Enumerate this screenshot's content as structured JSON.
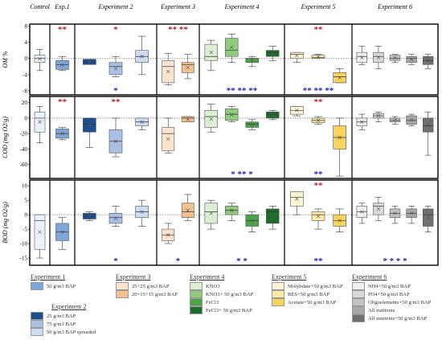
{
  "column_headers": [
    "Control",
    "Exp.1",
    "Experiment 2",
    "Experiment 3",
    "Experiment 4",
    "Experiment 5",
    "Experiment 6"
  ],
  "chart_data": [
    {
      "type": "box",
      "ylabel": "OM %",
      "yticks": [
        "8",
        "4",
        "0",
        "-4",
        "-8"
      ],
      "ylim": [
        -9,
        8.5
      ],
      "reference_line": 0,
      "groups": [
        {
          "boxes": [
            {
              "low": -3,
              "q1": -1,
              "median": 0,
              "q3": 0.8,
              "high": 2.2,
              "color": "#eaf3fb"
            }
          ],
          "sig_top": "",
          "sig_bottom": ""
        },
        {
          "boxes": [
            {
              "low": -3,
              "q1": -2.7,
              "median": -1.5,
              "q3": -0.5,
              "high": 0.5,
              "color": "#7ea7d8"
            }
          ],
          "sig_top": "**",
          "sig_bottom": ""
        },
        {
          "boxes": [
            {
              "low": -0.5,
              "q1": -1.5,
              "median": -1,
              "q3": -0.2,
              "high": -0.2,
              "color": "#1f4e8c"
            },
            {
              "low": -4.5,
              "q1": -4,
              "median": -2,
              "q3": -1,
              "high": 0.5,
              "color": "#aac0e3"
            },
            {
              "low": -4,
              "q1": -1,
              "median": 0.5,
              "q3": 2,
              "high": 5.5,
              "color": "#cdddf1"
            }
          ],
          "sig_top": "*",
          "sig_bottom": "*"
        },
        {
          "boxes": [
            {
              "low": -6.5,
              "q1": -6,
              "median": -2,
              "q3": -0.5,
              "high": 1.2,
              "color": "#fbe4cf"
            },
            {
              "low": -5,
              "q1": -3.5,
              "median": -1.5,
              "q3": -1,
              "high": 1,
              "color": "#f2bf8f"
            }
          ],
          "sig_top": "** **",
          "sig_bottom": ""
        },
        {
          "boxes": [
            {
              "low": -3,
              "q1": -0.5,
              "median": 0.5,
              "q3": 3.5,
              "high": 4.5,
              "color": "#dcefd4"
            },
            {
              "low": -1,
              "q1": 0.5,
              "median": 2,
              "q3": 5,
              "high": 6,
              "color": "#8fcb7d"
            },
            {
              "low": -2,
              "q1": -1,
              "median": 0,
              "q3": 0,
              "high": 0.5,
              "color": "#4da347"
            },
            {
              "low": -0.5,
              "q1": 0.5,
              "median": 1.5,
              "q3": 2,
              "high": 3,
              "color": "#1e6b2e"
            }
          ],
          "sig_top": "",
          "sig_bottom": "** ** **"
        },
        {
          "boxes": [
            {
              "low": -1,
              "q1": 0,
              "median": 1,
              "q3": 1.5,
              "high": 1.5,
              "color": "#fdf5d3"
            },
            {
              "low": 0,
              "q1": 0,
              "median": 0.2,
              "q3": 0.8,
              "high": 1,
              "color": "#fbe9a4"
            },
            {
              "low": -6,
              "q1": -6,
              "median": -4.5,
              "q3": -3.5,
              "high": -2.5,
              "color": "#f8d55a"
            }
          ],
          "sig_top": "**",
          "sig_bottom": "** ** **"
        },
        {
          "boxes": [
            {
              "low": -1.5,
              "q1": -1,
              "median": 0.5,
              "q3": 1.5,
              "high": 3,
              "color": "#f0f0f0"
            },
            {
              "low": -2.5,
              "q1": -1,
              "median": 0.5,
              "q3": 1.5,
              "high": 3,
              "color": "#d8d8d8"
            },
            {
              "low": -1,
              "q1": -0.5,
              "median": 0,
              "q3": 0.8,
              "high": 1,
              "color": "#c2c2c2"
            },
            {
              "low": -1.5,
              "q1": -1,
              "median": 0,
              "q3": 0.5,
              "high": 1,
              "color": "#a8a8a8"
            },
            {
              "low": -2.5,
              "q1": -1.5,
              "median": -0.5,
              "q3": 0.5,
              "high": 1,
              "color": "#6f6f6f"
            }
          ],
          "sig_top": "",
          "sig_bottom": ""
        }
      ]
    },
    {
      "type": "box",
      "ylabel": "COD (mg O2/g)",
      "yticks": [
        "20",
        "0",
        "-20",
        "-40",
        "-60"
      ],
      "ylim": [
        -78,
        28
      ],
      "reference_line": 0,
      "groups": [
        {
          "boxes": [
            {
              "low": -32,
              "q1": -18,
              "median": 0,
              "q3": 8,
              "high": 15,
              "color": "#eaf3fb"
            }
          ],
          "sig_top": "",
          "sig_bottom": ""
        },
        {
          "boxes": [
            {
              "low": -28,
              "q1": -26,
              "median": -20,
              "q3": -14,
              "high": -12,
              "color": "#7ea7d8"
            }
          ],
          "sig_top": "**",
          "sig_bottom": ""
        },
        {
          "boxes": [
            {
              "low": -38,
              "q1": -18,
              "median": -8,
              "q3": 0,
              "high": 0,
              "color": "#1f4e8c"
            },
            {
              "low": -50,
              "q1": -45,
              "median": -30,
              "q3": -15,
              "high": 0,
              "color": "#aac0e3"
            },
            {
              "low": -15,
              "q1": -10,
              "median": -5,
              "q3": 0,
              "high": 0,
              "color": "#cdddf1"
            }
          ],
          "sig_top": "**",
          "sig_bottom": ""
        },
        {
          "boxes": [
            {
              "low": -45,
              "q1": -42,
              "median": -20,
              "q3": -12,
              "high": 0,
              "color": "#fbe4cf"
            },
            {
              "low": -5,
              "q1": -5,
              "median": 0,
              "q3": 2,
              "high": 2,
              "color": "#f2bf8f"
            }
          ],
          "sig_top": "",
          "sig_bottom": ""
        },
        {
          "boxes": [
            {
              "low": -18,
              "q1": -12,
              "median": 2,
              "q3": 10,
              "high": 18,
              "color": "#dcefd4"
            },
            {
              "low": -5,
              "q1": -3,
              "median": 5,
              "q3": 12,
              "high": 15,
              "color": "#8fcb7d"
            },
            {
              "low": -15,
              "q1": -12,
              "median": -8,
              "q3": -5,
              "high": -2,
              "color": "#4da347"
            },
            {
              "low": -2,
              "q1": 0,
              "median": 5,
              "q3": 8,
              "high": 10,
              "color": "#1e6b2e"
            }
          ],
          "sig_top": "",
          "sig_bottom": "* ** *"
        },
        {
          "boxes": [
            {
              "low": 3,
              "q1": 5,
              "median": 10,
              "q3": 15,
              "high": 15,
              "color": "#fdf5d3"
            },
            {
              "low": -8,
              "q1": -6,
              "median": -3,
              "q3": 0,
              "high": 2,
              "color": "#fbe9a4"
            },
            {
              "low": -75,
              "q1": -40,
              "median": -25,
              "q3": -10,
              "high": 0,
              "color": "#f8d55a"
            }
          ],
          "sig_top": "**",
          "sig_bottom": "**"
        },
        {
          "boxes": [
            {
              "low": -15,
              "q1": -10,
              "median": -5,
              "q3": 0,
              "high": 5,
              "color": "#f0f0f0"
            },
            {
              "low": -5,
              "q1": 0,
              "median": 3,
              "q3": 6,
              "high": 8,
              "color": "#d8d8d8"
            },
            {
              "low": -8,
              "q1": -5,
              "median": -3,
              "q3": 0,
              "high": 2,
              "color": "#c2c2c2"
            },
            {
              "low": -10,
              "q1": -8,
              "median": -3,
              "q3": 3,
              "high": 5,
              "color": "#a8a8a8"
            },
            {
              "low": -48,
              "q1": -18,
              "median": -10,
              "q3": 0,
              "high": 8,
              "color": "#6f6f6f"
            }
          ],
          "sig_top": "",
          "sig_bottom": ""
        }
      ]
    },
    {
      "type": "box",
      "ylabel": "BOD (mg O2/g)",
      "yticks": [
        "10",
        "5",
        "0",
        "-5",
        "-10",
        "-15"
      ],
      "ylim": [
        -17.5,
        12
      ],
      "reference_line": 0,
      "groups": [
        {
          "boxes": [
            {
              "low": -15,
              "q1": -12,
              "median": -2,
              "q3": 0,
              "high": 0,
              "color": "#eaf3fb"
            }
          ],
          "sig_top": "",
          "sig_bottom": ""
        },
        {
          "boxes": [
            {
              "low": -12,
              "q1": -9,
              "median": -6,
              "q3": -3,
              "high": -1,
              "color": "#7ea7d8"
            }
          ],
          "sig_top": "",
          "sig_bottom": ""
        },
        {
          "boxes": [
            {
              "low": -2,
              "q1": -1.5,
              "median": -0.5,
              "q3": 0.5,
              "high": 1,
              "color": "#1f4e8c"
            },
            {
              "low": -4,
              "q1": -3,
              "median": -1,
              "q3": 0.5,
              "high": 3,
              "color": "#aac0e3"
            },
            {
              "low": -4,
              "q1": -1,
              "median": 1,
              "q3": 3,
              "high": 5,
              "color": "#cdddf1"
            }
          ],
          "sig_top": "",
          "sig_bottom": "*"
        },
        {
          "boxes": [
            {
              "low": -10,
              "q1": -9,
              "median": -7,
              "q3": -5,
              "high": -3,
              "color": "#fbe4cf"
            },
            {
              "low": -2,
              "q1": -1,
              "median": 1,
              "q3": 4,
              "high": 7,
              "color": "#f2bf8f"
            }
          ],
          "sig_top": "",
          "sig_bottom": "*"
        },
        {
          "boxes": [
            {
              "low": -5,
              "q1": -3,
              "median": 1,
              "q3": 4,
              "high": 5,
              "color": "#dcefd4"
            },
            {
              "low": -2,
              "q1": 0,
              "median": 1.5,
              "q3": 3,
              "high": 4,
              "color": "#8fcb7d"
            },
            {
              "low": -6,
              "q1": -4,
              "median": -2,
              "q3": 0,
              "high": 1,
              "color": "#4da347"
            },
            {
              "low": -5,
              "q1": -3,
              "median": 1,
              "q3": 2,
              "high": 3,
              "color": "#1e6b2e"
            }
          ],
          "sig_top": "",
          "sig_bottom": "* *"
        },
        {
          "boxes": [
            {
              "low": 0,
              "q1": 3,
              "median": 6,
              "q3": 8,
              "high": 8,
              "color": "#fdf5d3"
            },
            {
              "low": -5,
              "q1": -2,
              "median": 0,
              "q3": 1,
              "high": 2,
              "color": "#fbe9a4"
            },
            {
              "low": -6,
              "q1": -4,
              "median": -2,
              "q3": 0,
              "high": 2,
              "color": "#f8d55a"
            }
          ],
          "sig_top": "**",
          "sig_bottom": "**"
        },
        {
          "boxes": [
            {
              "low": -3,
              "q1": -1,
              "median": 1,
              "q3": 3,
              "high": 4,
              "color": "#f0f0f0"
            },
            {
              "low": -2,
              "q1": 0,
              "median": 3,
              "q3": 4,
              "high": 6,
              "color": "#d8d8d8"
            },
            {
              "low": -3,
              "q1": -1,
              "median": 0.5,
              "q3": 2,
              "high": 3,
              "color": "#c2c2c2"
            },
            {
              "low": -3,
              "q1": -1,
              "median": 0.5,
              "q3": 2,
              "high": 3,
              "color": "#a8a8a8"
            },
            {
              "low": -6,
              "q1": -4,
              "median": 0,
              "q3": 2,
              "high": 3,
              "color": "#6f6f6f"
            }
          ],
          "sig_top": "",
          "sig_bottom": "* * * *"
        }
      ]
    }
  ],
  "legend": [
    {
      "title": "Experiment 1",
      "items": [
        {
          "label": "50 g/m3 BAP",
          "color": "#7ea7d8"
        }
      ]
    },
    {
      "title": "Experiment 2",
      "items": [
        {
          "label": "25 g/m3 BAP",
          "color": "#1f4e8c"
        },
        {
          "label": "75 g/m3 BAP",
          "color": "#aac0e3"
        },
        {
          "label": "50 g/m3 BAP spreaded",
          "color": "#cdddf1"
        }
      ]
    },
    {
      "title": "Experiment 3",
      "items": [
        {
          "label": "25+25 g/m3 BAP",
          "color": "#fbe4cf"
        },
        {
          "label": "20+15+15 g/m3 BAP",
          "color": "#f2bf8f"
        }
      ]
    },
    {
      "title": "Experiment 4",
      "items": [
        {
          "label": "KNO3",
          "color": "#dcefd4"
        },
        {
          "label": "KNO3+ 50 g/m3 BAP",
          "color": "#8fcb7d"
        },
        {
          "label": "FeCl3",
          "color": "#4da347"
        },
        {
          "label": "FeCl3+ 50 g/m3 BAP",
          "color": "#1e6b2e"
        }
      ]
    },
    {
      "title": "Experiment 5",
      "items": [
        {
          "label": "Molybdate+50 g/m3 BAP",
          "color": "#fdf5d3"
        },
        {
          "label": "BES+50 g/m3 BAP",
          "color": "#fbe9a4"
        },
        {
          "label": "Acetate+50 g/m3 BAP",
          "color": "#f8d55a"
        }
      ]
    },
    {
      "title": "Experiment 6",
      "items": [
        {
          "label": "NH4+50 g/m3 BAP",
          "color": "#f0f0f0"
        },
        {
          "label": "PO4+50 g/m3 BAP",
          "color": "#d8d8d8"
        },
        {
          "label": "Oligoelements+50 g/m3 BAP",
          "color": "#c2c2c2"
        },
        {
          "label": "All nutrients",
          "color": "#a8a8a8"
        },
        {
          "label": "All nutrients+50 g/m3 BAP",
          "color": "#6f6f6f"
        }
      ]
    }
  ],
  "colors": {
    "significance_top": "#b22222",
    "significance_bottom": "#1f1fb4",
    "frame": "#000000",
    "reference_line": "#777777"
  }
}
